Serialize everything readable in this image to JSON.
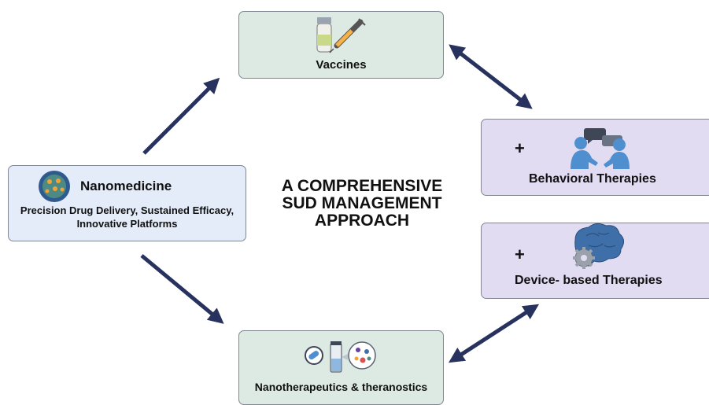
{
  "center": {
    "line1": "A COMPREHENSIVE",
    "line2": "SUD MANAGEMENT",
    "line3": "APPROACH"
  },
  "nanomedicine": {
    "title": "Nanomedicine",
    "line1": "Precision Drug Delivery, Sustained Efficacy,",
    "line2": "Innovative Platforms",
    "icon": "petri-dish-icon"
  },
  "vaccines": {
    "label": "Vaccines",
    "icon": "vaccine-syringe-icon"
  },
  "behavioral": {
    "plus": "+",
    "label": "Behavioral Therapies",
    "icon": "people-talking-icon"
  },
  "device": {
    "plus": "+",
    "label": "Device- based Therapies",
    "icon": "brain-gear-icon"
  },
  "nanotherapeutics": {
    "label": "Nanotherapeutics & theranostics",
    "icon": "nano-lab-icon"
  },
  "colors": {
    "arrow": "#27325e",
    "green_box": "#dde9e3",
    "blue_box": "#e3ecf8",
    "purple_box": "#e2dcf2"
  }
}
